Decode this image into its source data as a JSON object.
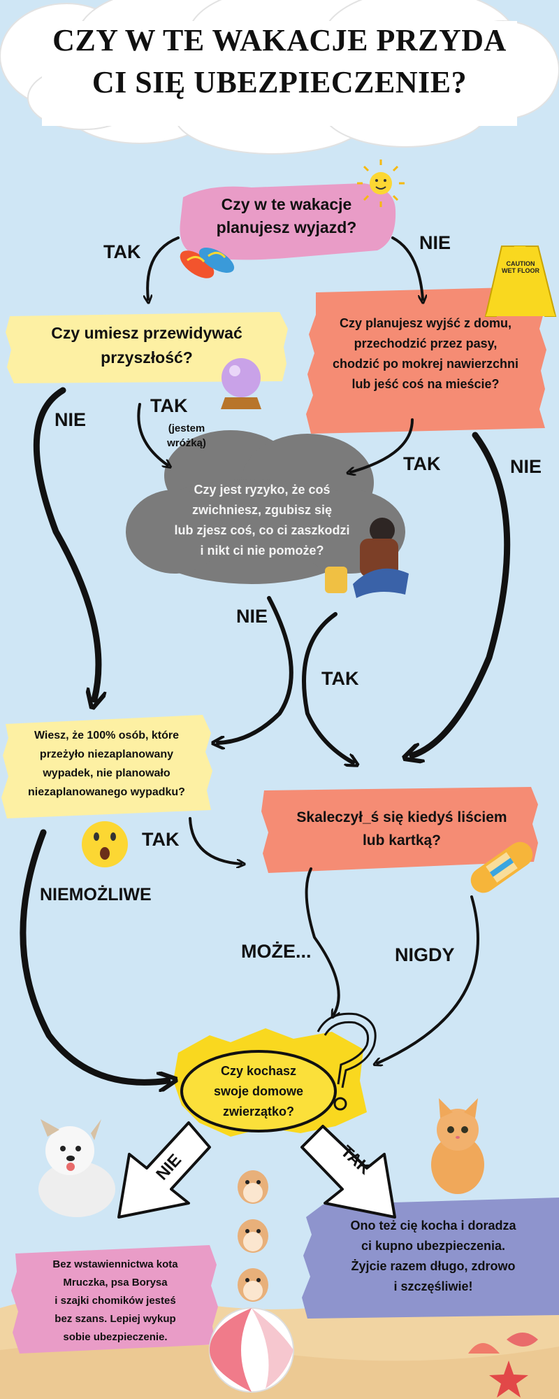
{
  "title": {
    "line1": "CZY W TE WAKACJE PRZYDA",
    "line2": "CI SIĘ UBEZPIECZENIE?"
  },
  "nodes": {
    "q1": {
      "line1": "Czy w te wakacje",
      "line2": "planujesz wyjazd?"
    },
    "q2": {
      "line1": "Czy umiesz przewidywać",
      "line2": "przyszłość?"
    },
    "q3": {
      "line1": "Czy planujesz wyjść z domu,",
      "line2": "przechodzić przez pasy,",
      "line3": "chodzić po mokrej nawierzchni",
      "line4": "lub jeść coś na mieście?"
    },
    "q4": {
      "line1": "Czy jest ryzyko, że coś",
      "line2": "zwichniesz, zgubisz się",
      "line3": "lub zjesz coś, co ci zaszkodzi",
      "line4": "i nikt ci nie pomoże?"
    },
    "q5": {
      "line1": "Wiesz, że 100% osób, które",
      "line2": "przeżyło niezaplanowany",
      "line3": "wypadek, nie planowało",
      "line4": "niezaplanowanego wypadku?"
    },
    "q6": {
      "line1": "Skaleczył_ś się kiedyś liściem",
      "line2": "lub kartką?"
    },
    "q7": {
      "line1": "Czy kochasz",
      "line2": "swoje domowe",
      "line3": "zwierzątko?"
    },
    "end_yes": {
      "line1": "Ono też cię kocha i doradza",
      "line2": "ci kupno ubezpieczenia.",
      "line3": "Żyjcie razem długo, zdrowo",
      "line4": "i szczęśliwie!"
    },
    "end_no": {
      "line1": "Bez wstawiennictwa kota",
      "line2": "Mruczka, psa Borysa",
      "line3": "i szajki chomików jesteś",
      "line4": "bez szans. Lepiej wykup",
      "line5": "sobie ubezpieczenie."
    }
  },
  "labels": {
    "q1_tak": "TAK",
    "q1_nie": "NIE",
    "q2_nie": "NIE",
    "q2_tak": "TAK",
    "q2_tak_note1": "(jestem",
    "q2_tak_note2": "wróżką)",
    "q3_tak": "TAK",
    "q3_nie": "NIE",
    "q4_nie": "NIE",
    "q4_tak": "TAK",
    "q5_tak": "TAK",
    "q5_niemozliwe": "NIEMOŻLIWE",
    "q6_moze": "MOŻE...",
    "q6_nigdy": "NIGDY",
    "q7_nie": "NIE",
    "q7_tak": "TAK"
  },
  "signs": {
    "caution_line1": "CAUTION",
    "caution_line2": "WET FLOOR"
  },
  "colors": {
    "background": "#cfe6f5",
    "pink": "#e99cc7",
    "yellow": "#fdf0a3",
    "salmon": "#f58c74",
    "cloud_gray": "#7b7b7b",
    "highlight_yellow": "#f9d81f",
    "lavender": "#8e94cd",
    "sand": "#f1d4a2"
  },
  "icons": [
    "sun-icon",
    "flip-flops-icon",
    "caution-sign-icon",
    "crystal-ball-icon",
    "sad-boy-icon",
    "surprised-face-icon",
    "bandage-icon",
    "question-mark-icon",
    "dog-icon",
    "cat-icon",
    "hamster-icon",
    "beach-ball-icon",
    "seashell-icon",
    "starfish-icon"
  ]
}
